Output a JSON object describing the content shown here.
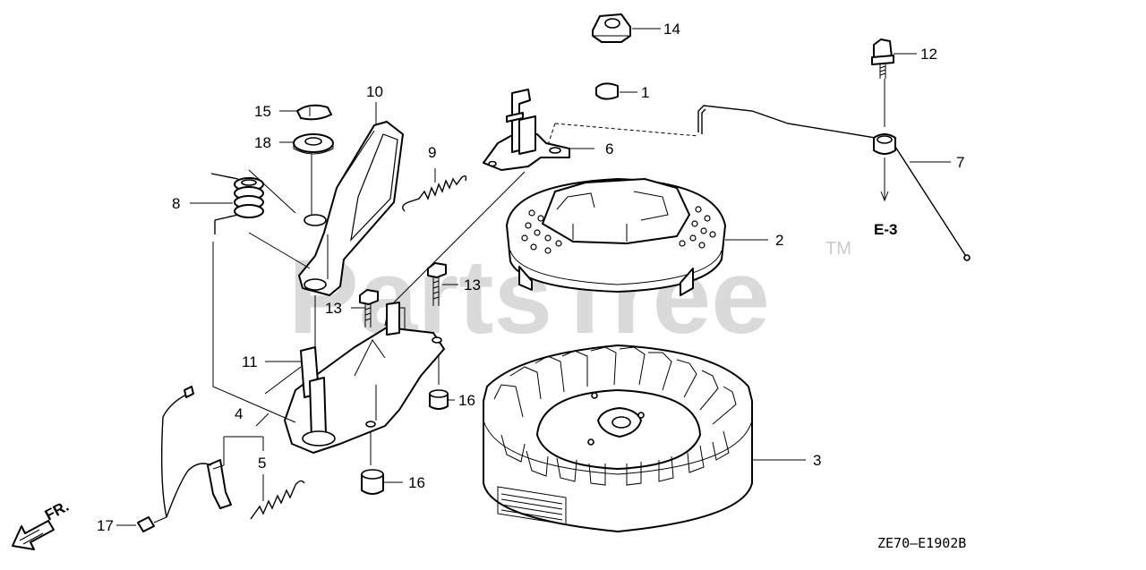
{
  "diagram": {
    "watermark": "PartsTree",
    "trademark": "TM",
    "drawing_code": "ZE70—E1902B",
    "reference_label": "E-3",
    "front_label": "FR.",
    "callouts": [
      {
        "id": "c1",
        "label": "1"
      },
      {
        "id": "c2",
        "label": "2"
      },
      {
        "id": "c3",
        "label": "3"
      },
      {
        "id": "c4",
        "label": "4"
      },
      {
        "id": "c5",
        "label": "5"
      },
      {
        "id": "c6",
        "label": "6"
      },
      {
        "id": "c7",
        "label": "7"
      },
      {
        "id": "c8",
        "label": "8"
      },
      {
        "id": "c9",
        "label": "9"
      },
      {
        "id": "c10",
        "label": "10"
      },
      {
        "id": "c11",
        "label": "11"
      },
      {
        "id": "c12",
        "label": "12"
      },
      {
        "id": "c13a",
        "label": "13"
      },
      {
        "id": "c13b",
        "label": "13"
      },
      {
        "id": "c14",
        "label": "14"
      },
      {
        "id": "c15",
        "label": "15"
      },
      {
        "id": "c16a",
        "label": "16"
      },
      {
        "id": "c16b",
        "label": "16"
      },
      {
        "id": "c17",
        "label": "17"
      },
      {
        "id": "c18",
        "label": "18"
      }
    ]
  }
}
